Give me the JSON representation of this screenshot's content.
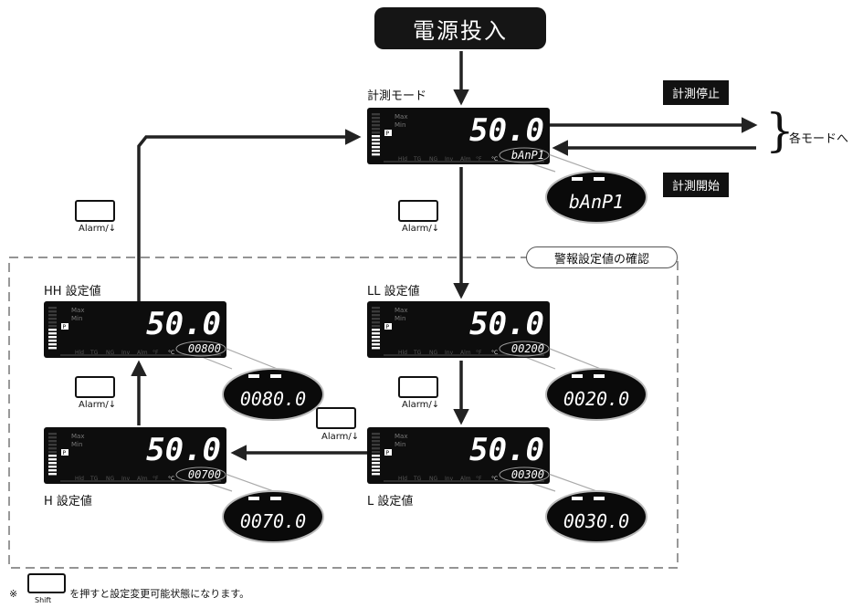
{
  "power_on": "電源投入",
  "measure_mode_label": "計測モード",
  "measure_stop": "計測停止",
  "measure_start": "計測開始",
  "each_mode": "各モードへ",
  "alarm_key_label": "Alarm/↓",
  "alarm_section_title": "警報設定値の確認",
  "footnote": {
    "mark": "※",
    "key_label": "Shift",
    "text": "を押すと設定変更可能状態になります。"
  },
  "panel_legend": {
    "max": "Max",
    "min": "Min",
    "p": "P",
    "bottom": [
      "Hld",
      "TG",
      "NG",
      "Inv",
      "Alm",
      "°F",
      "°C"
    ]
  },
  "panels": [
    {
      "id": "measure",
      "title": "",
      "main": "50.0",
      "sub": "bAnP1",
      "zoom": "bAnP1"
    },
    {
      "id": "hh",
      "title": "HH 設定値",
      "main": "50.0",
      "sub": "00800",
      "zoom": "0080.0"
    },
    {
      "id": "ll",
      "title": "LL 設定値",
      "main": "50.0",
      "sub": "00200",
      "zoom": "0020.0"
    },
    {
      "id": "h",
      "title": "H 設定値",
      "main": "50.0",
      "sub": "00700",
      "zoom": "0070.0"
    },
    {
      "id": "l",
      "title": "L 設定値",
      "main": "50.0",
      "sub": "00300",
      "zoom": "0030.0"
    }
  ],
  "colors": {
    "panel_bg": "#0d0d0d",
    "segment": "#ffffff",
    "dim": "#3a3a3a",
    "tag_bg": "#111111"
  }
}
